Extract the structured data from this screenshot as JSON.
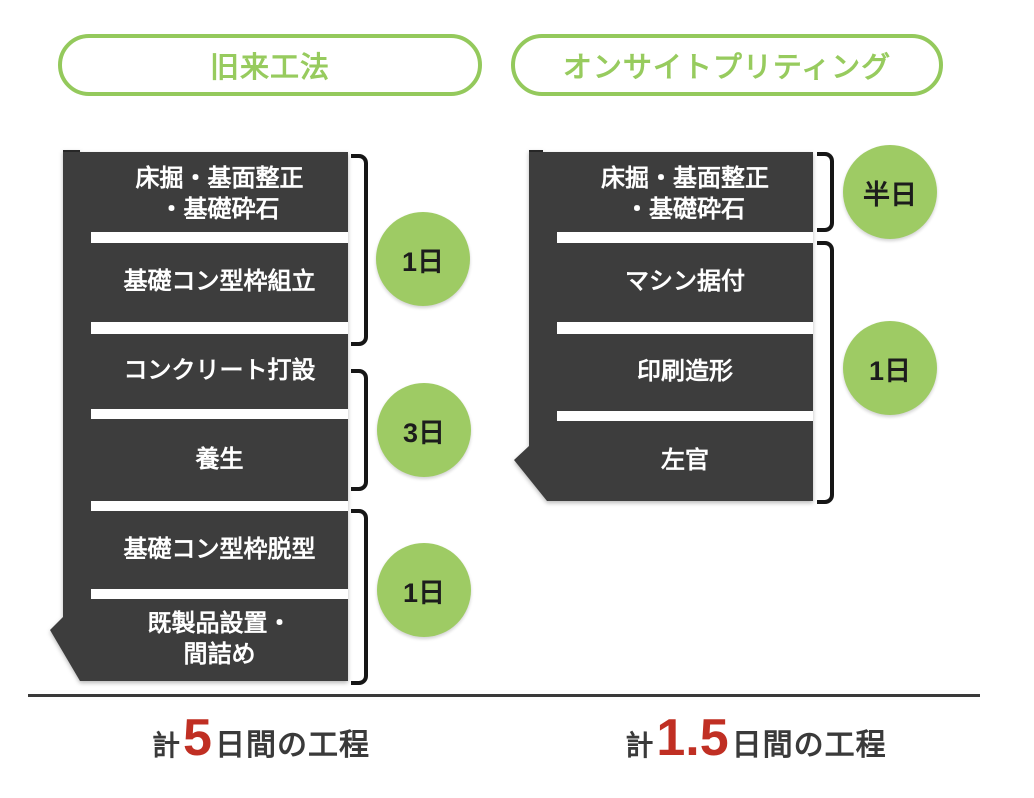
{
  "diagram": {
    "colors": {
      "green_outline": "#94c95c",
      "green_circle": "#9ecb64",
      "box_dark": "#3d3d3d",
      "bracket_black": "#161616",
      "accent_red": "#c02f23",
      "text_dark": "#3a3a3a",
      "text_white": "#ffffff"
    },
    "columns": [
      {
        "header": "旧来工法",
        "steps": [
          {
            "lines": [
              "床掘・基面整正",
              "・基礎砕石"
            ]
          },
          {
            "lines": [
              "基礎コン型枠組立"
            ]
          },
          {
            "lines": [
              "コンクリート打設"
            ]
          },
          {
            "lines": [
              "養生"
            ]
          },
          {
            "lines": [
              "基礎コン型枠脱型"
            ]
          },
          {
            "lines": [
              "既製品設置・",
              "間詰め"
            ]
          }
        ],
        "durations": [
          "1日",
          "3日",
          "1日"
        ],
        "total": {
          "prefix": "計",
          "value": "5",
          "suffix": "日間の工程"
        }
      },
      {
        "header": "オンサイトプリティング",
        "steps": [
          {
            "lines": [
              "床掘・基面整正",
              "・基礎砕石"
            ]
          },
          {
            "lines": [
              "マシン据付"
            ]
          },
          {
            "lines": [
              "印刷造形"
            ]
          },
          {
            "lines": [
              "左官"
            ]
          }
        ],
        "durations": [
          "半日",
          "1日"
        ],
        "total": {
          "prefix": "計",
          "value": "1.5",
          "suffix": "日間の工程"
        }
      }
    ]
  }
}
